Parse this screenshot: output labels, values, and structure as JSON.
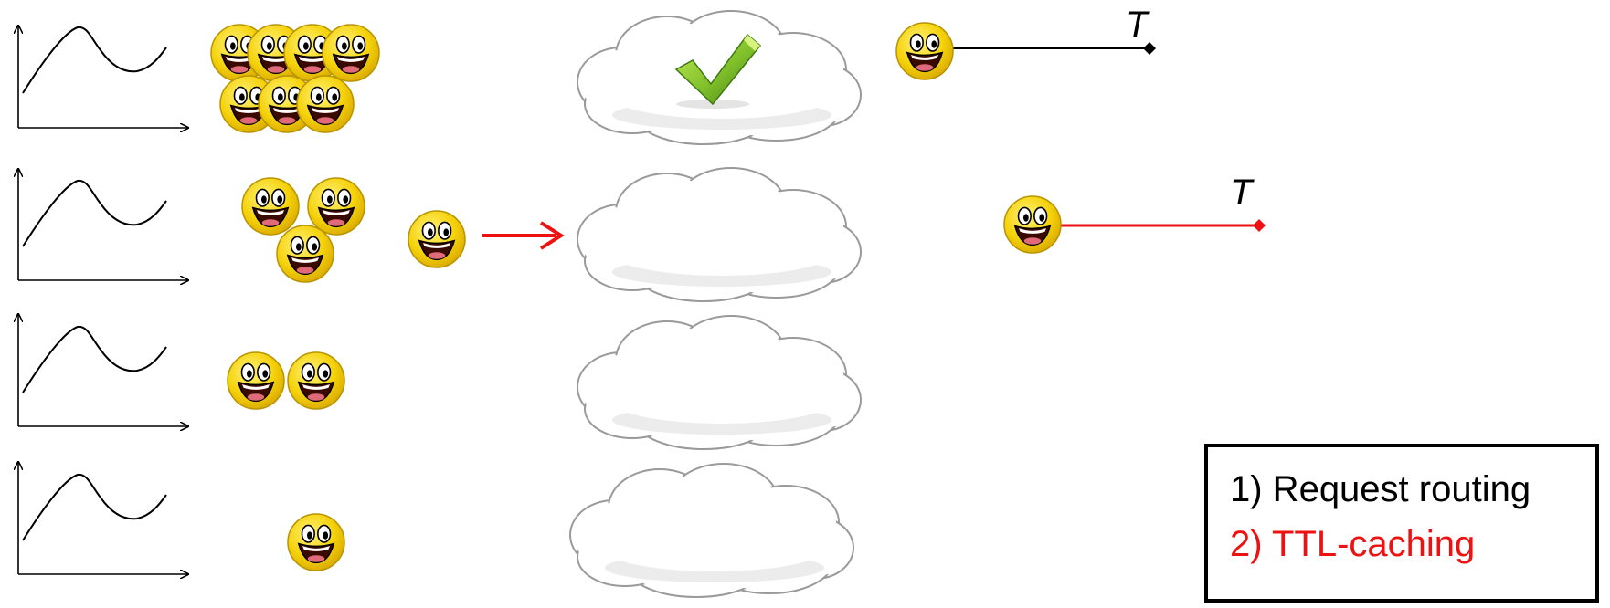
{
  "colors": {
    "black": "#000000",
    "red": "#ee1111",
    "face": "#f5d20a",
    "face_edge": "#b89400",
    "cloud_fill": "#ffffff",
    "cloud_shadow": "#e6e6e6",
    "cloud_edge": "#9a9a9a",
    "check_light": "#b8e04a",
    "check_dark": "#4f8f1a"
  },
  "icons": {
    "graph": "line-graph-icon",
    "user": "smiley-face-icon",
    "server": "cloud-icon",
    "success": "checkmark-icon",
    "arrow": "red-arrow-icon"
  },
  "rows": [
    {
      "users_in_queue": 7,
      "has_checkmark": true
    },
    {
      "users_in_queue": 3,
      "has_checkmark": false,
      "incoming_request": true
    },
    {
      "users_in_queue": 2,
      "has_checkmark": false
    },
    {
      "users_in_queue": 1,
      "has_checkmark": false
    }
  ],
  "timers": [
    {
      "label": "T",
      "color": "black"
    },
    {
      "label": "T",
      "color": "red"
    }
  ],
  "legend": {
    "item1": {
      "text": "1) Request routing",
      "color": "#000000"
    },
    "item2": {
      "text": "2) TTL-caching",
      "color": "#ee1111"
    }
  }
}
